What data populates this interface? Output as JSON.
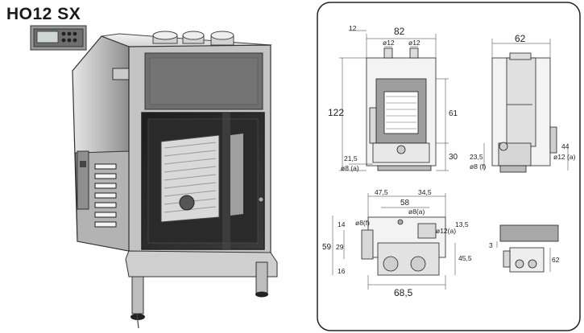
{
  "product": {
    "model": "HO12 SX"
  },
  "drawings": {
    "front": {
      "width": "82",
      "height": "122",
      "top_offset": "12",
      "outlet_left": "ø12",
      "outlet_right": "ø12",
      "glass_height": "61",
      "base_height": "30",
      "side_offset": "21,5",
      "inlet": "ø8 (a)"
    },
    "side": {
      "depth": "62",
      "right_height": "44",
      "right_outlet": "ø12 (a)",
      "left_offset": "23,5",
      "left_inlet": "ø8 (f)"
    },
    "top": {
      "left_offset": "47,5",
      "right_offset": "34,5",
      "span": "58",
      "inlet_a": "ø8(a)",
      "inlet_f": "ø8(f)",
      "outlet": "ø12(a)",
      "d14": "14",
      "d13_5": "13,5",
      "d59": "59",
      "d29": "29",
      "d16": "16",
      "d45_5": "45,5",
      "width": "68,5"
    },
    "detail": {
      "d3": "3",
      "d62": "62"
    }
  }
}
